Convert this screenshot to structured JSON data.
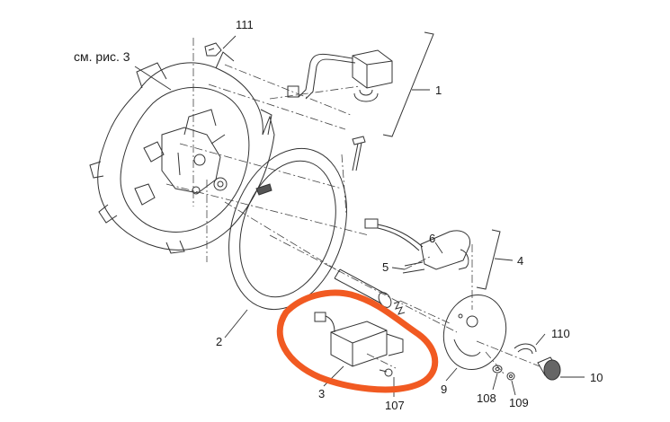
{
  "diagram": {
    "reference_note": "см. рис. 3",
    "callouts": [
      "111",
      "1",
      "4",
      "5",
      "6",
      "2",
      "3",
      "107",
      "9",
      "108",
      "109",
      "110",
      "10"
    ],
    "highlight_color": "#f15a22",
    "line_color": "#333333"
  }
}
